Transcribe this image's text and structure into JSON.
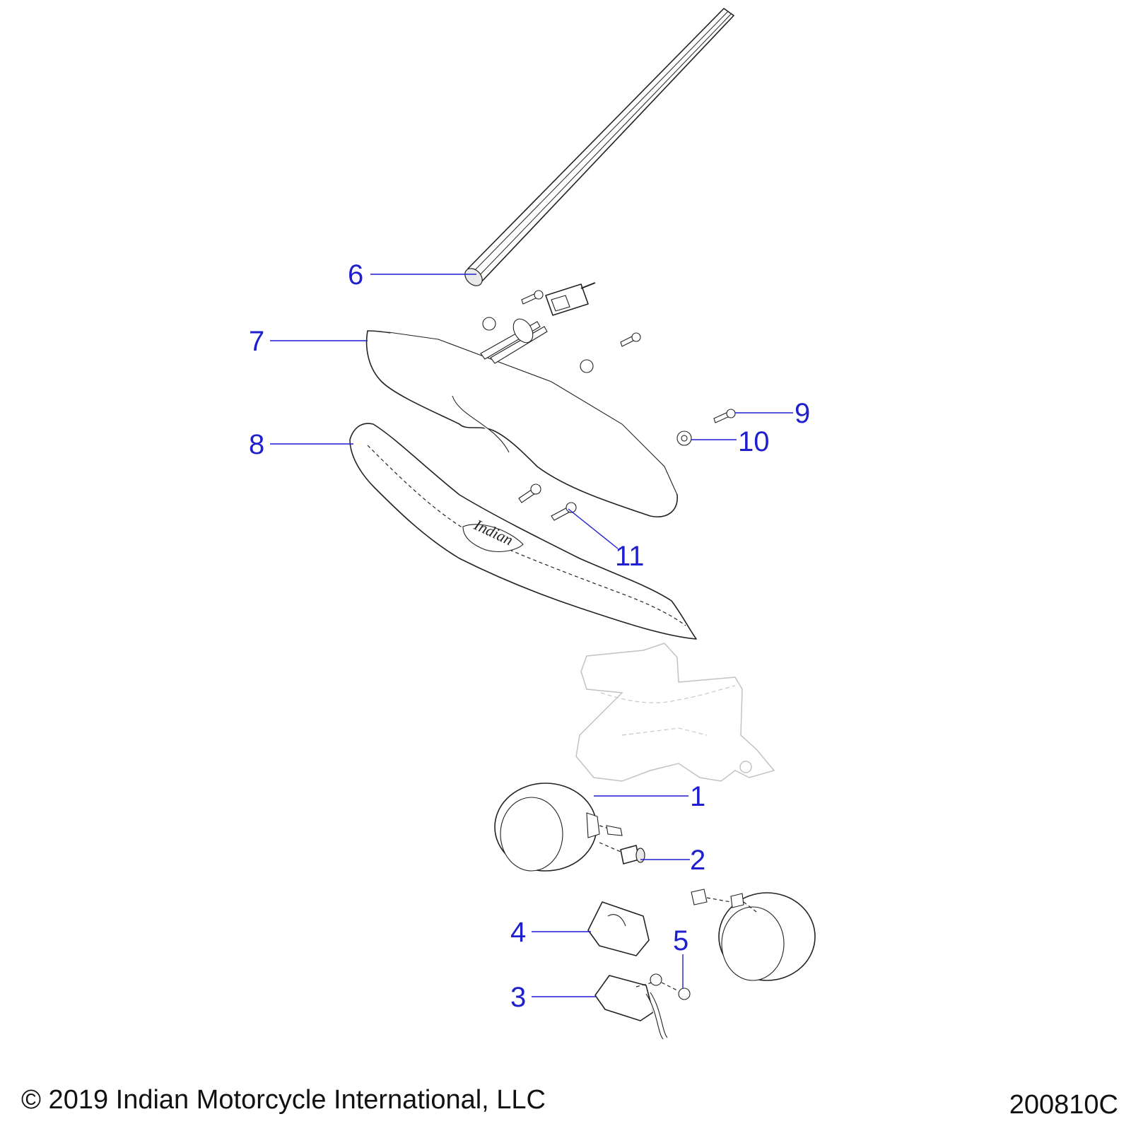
{
  "callouts": [
    {
      "id": "1",
      "label": "1"
    },
    {
      "id": "2",
      "label": "2"
    },
    {
      "id": "3",
      "label": "3"
    },
    {
      "id": "4",
      "label": "4"
    },
    {
      "id": "5",
      "label": "5"
    },
    {
      "id": "6",
      "label": "6"
    },
    {
      "id": "7",
      "label": "7"
    },
    {
      "id": "8",
      "label": "8"
    },
    {
      "id": "9",
      "label": "9"
    },
    {
      "id": "10",
      "label": "10"
    },
    {
      "id": "11",
      "label": "11"
    }
  ],
  "footer": {
    "copyright": "© 2019 Indian Motorcycle International, LLC",
    "diagram_number": "200810C"
  },
  "colors": {
    "callout": "#1f1fd0",
    "line_art": "#222222",
    "ghost": "#c2c2c2"
  }
}
